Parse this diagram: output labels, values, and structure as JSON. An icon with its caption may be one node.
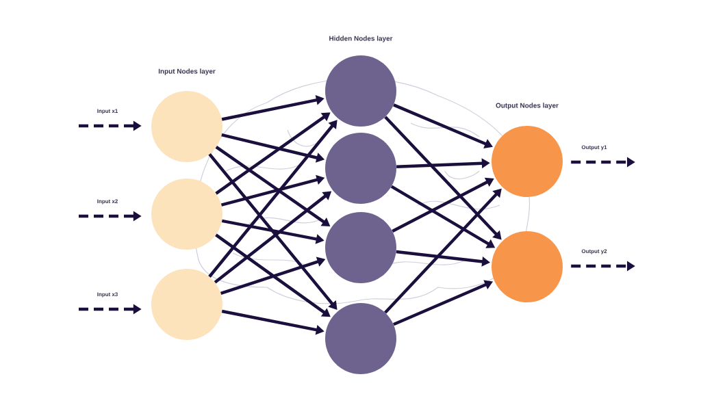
{
  "diagram": {
    "nodes": [
      {
        "text": [],
        "shape": "circle"
      },
      {
        "text": [],
        "shape": "circle"
      },
      {
        "text": [],
        "shape": "circle"
      },
      {
        "text": [],
        "shape": "circle"
      },
      {
        "text": [],
        "shape": "circle"
      },
      {
        "text": [],
        "shape": "circle"
      },
      {
        "text": [],
        "shape": "circle"
      },
      {
        "text": [],
        "shape": "circle"
      },
      {
        "text": [],
        "shape": "circle"
      }
    ],
    "edges": [
      {
        "from": null,
        "to": 0,
        "arrow": "to",
        "style": "dashed",
        "label": "Input x1"
      },
      {
        "from": null,
        "to": 1,
        "arrow": "to",
        "style": "dashed",
        "label": "Input x2"
      },
      {
        "from": null,
        "to": 2,
        "arrow": "to",
        "style": "dashed",
        "label": "Input x3"
      },
      {
        "from": 0,
        "to": 3,
        "arrow": "to"
      },
      {
        "from": 0,
        "to": 4,
        "arrow": "to"
      },
      {
        "from": 0,
        "to": 5,
        "arrow": "to"
      },
      {
        "from": 0,
        "to": 6,
        "arrow": "to"
      },
      {
        "from": 1,
        "to": 3,
        "arrow": "to"
      },
      {
        "from": 1,
        "to": 4,
        "arrow": "to"
      },
      {
        "from": 1,
        "to": 5,
        "arrow": "to"
      },
      {
        "from": 1,
        "to": 6,
        "arrow": "to"
      },
      {
        "from": 2,
        "to": 3,
        "arrow": "to"
      },
      {
        "from": 2,
        "to": 4,
        "arrow": "to"
      },
      {
        "from": 2,
        "to": 5,
        "arrow": "to"
      },
      {
        "from": 2,
        "to": 6,
        "arrow": "to"
      },
      {
        "from": 3,
        "to": 7,
        "arrow": "to"
      },
      {
        "from": 3,
        "to": 8,
        "arrow": "to"
      },
      {
        "from": 4,
        "to": 7,
        "arrow": "to"
      },
      {
        "from": 4,
        "to": 8,
        "arrow": "to"
      },
      {
        "from": 5,
        "to": 7,
        "arrow": "to"
      },
      {
        "from": 5,
        "to": 8,
        "arrow": "to"
      },
      {
        "from": 6,
        "to": 7,
        "arrow": "to"
      },
      {
        "from": 6,
        "to": 8,
        "arrow": "to"
      },
      {
        "from": 7,
        "to": null,
        "arrow": "to",
        "style": "dashed",
        "label": "Output y1"
      },
      {
        "from": 8,
        "to": null,
        "arrow": "to",
        "style": "dashed",
        "label": "Output y2"
      }
    ],
    "labels": [
      "Hidden Nodes layer",
      "Input Nodes layer",
      "Output Nodes layer"
    ]
  }
}
